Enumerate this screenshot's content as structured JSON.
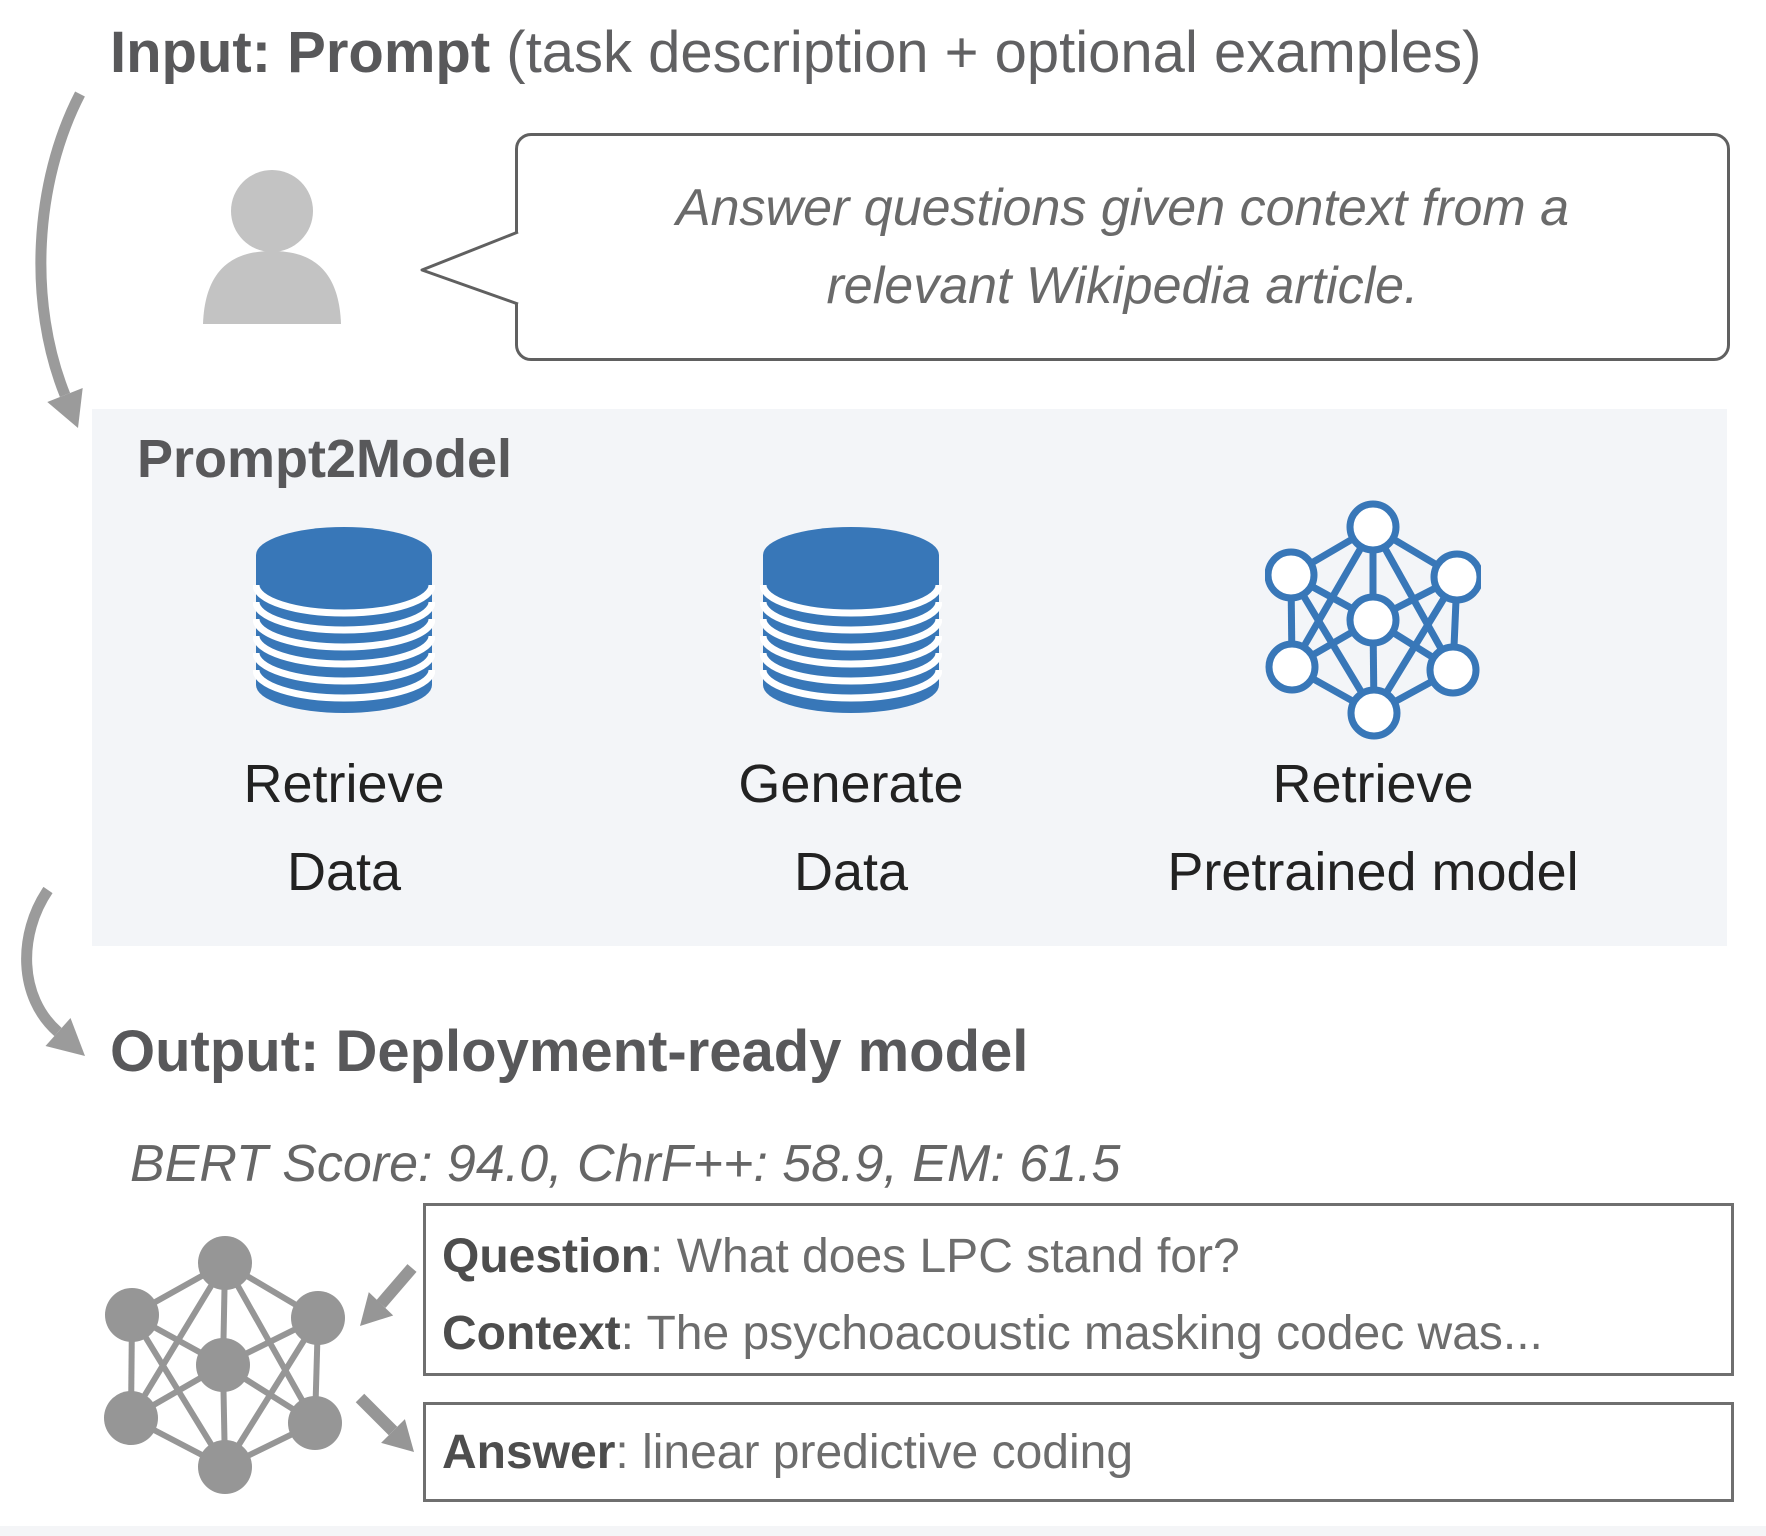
{
  "figure": {
    "input_heading": {
      "bold": "Input: Prompt",
      "rest": " (task description + optional examples)"
    },
    "speech_bubble": {
      "lines": [
        "Answer questions given context from a",
        "relevant Wikipedia article."
      ]
    },
    "prompt2model": {
      "heading": "Prompt2Model",
      "components": [
        {
          "icon": "database-icon",
          "label_lines": [
            "Retrieve",
            "Data"
          ]
        },
        {
          "icon": "database-icon",
          "label_lines": [
            "Generate",
            "Data"
          ]
        },
        {
          "icon": "neural-network-icon",
          "label_lines": [
            "Retrieve",
            "Pretrained model"
          ]
        }
      ]
    },
    "output_heading": "Output: Deployment-ready model",
    "metrics_line": "BERT Score: 94.0, ChrF++: 58.9, EM: 61.5",
    "question_box": {
      "label1": "Question",
      "text1": ": What does LPC stand for?",
      "label2": "Context",
      "text2": ": The psychoacoustic masking codec was..."
    },
    "answer_box": {
      "label": "Answer",
      "text": ": linear predictive coding"
    }
  },
  "colors": {
    "accent_blue": "#3877b8",
    "panel_background": "#f3f5f8",
    "icon_gray": "#969696",
    "person_gray": "#c3c3c3",
    "heading_gray": "#58585a",
    "body_gray": "#666666"
  }
}
